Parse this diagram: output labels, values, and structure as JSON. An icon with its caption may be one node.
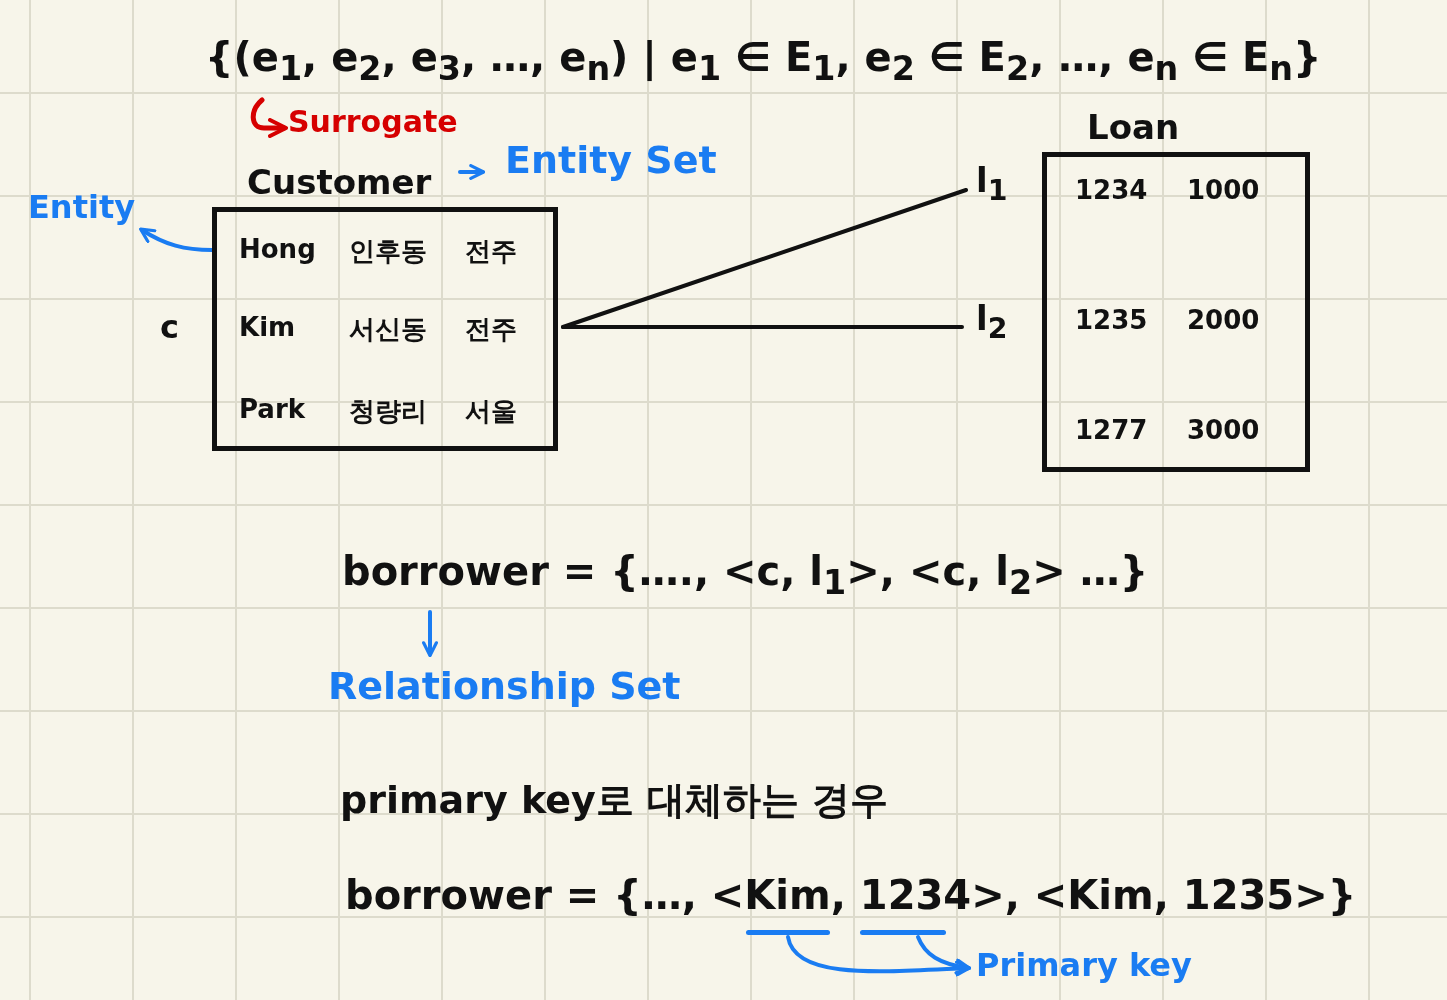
{
  "diagram": {
    "nodes": [
      {
        "text": [
          "Loan",
          "1234",
          "1000",
          "1235",
          "2000",
          "1277",
          "3000"
        ]
      },
      {
        "text": [
          "Customer",
          "Hong",
          "인후동",
          "전주",
          "Kim",
          "서신동",
          "전주",
          "Park",
          "청량리",
          "서울"
        ]
      },
      {
        "text": [
          "Entity Set"
        ]
      },
      {
        "text": [
          "l$_{1}$"
        ]
      },
      {
        "text": [
          "Entity"
        ]
      },
      {
        "text": [
          "l$_{2}$"
        ]
      },
      {
        "text": [
          "borrower = {…., <c, l$_{1}$>, <c, l$_{2}$> …}"
        ]
      },
      {
        "text": [
          "Relationship Set"
        ]
      },
      {
        "text": [
          "borrower = {…, <Kim, 1234>, <Kim, 1235>}"
        ]
      },
      {
        "text": [],
        "shape": "bar"
      },
      {
        "text": [],
        "shape": "bar"
      },
      {
        "text": [
          "Primary key"
        ]
      }
    ],
    "edges": [
      {
        "from": 1,
        "to": 2,
        "arrow": "to",
        "color": "#1a7cf2"
      },
      {
        "from": 1,
        "to": 4,
        "arrow": "to",
        "color": "#1a7cf2"
      },
      {
        "from": 1,
        "to": 3,
        "arrow": "none",
        "color": "#111111"
      },
      {
        "from": 1,
        "to": 5,
        "arrow": "none",
        "color": "#111111"
      },
      {
        "from": 6,
        "to": 7,
        "arrow": "to",
        "color": "#1a7cf2"
      },
      {
        "from": 9,
        "to": 11,
        "arrow": "to",
        "color": "#1a7cf2"
      },
      {
        "from": 10,
        "to": 11,
        "arrow": "to",
        "color": "#1a7cf2"
      }
    ],
    "labels": [
      "{(e$_{1}$, e$_{2}$, e$_{3}$, …, e$_{n}$) | e$_{1}$ ∈ E$_{1}$, e$_{2}$ ∈ E$_{2}$, …, e$_{n}$ ∈ E$_{n}$}",
      "Surrogate",
      "c",
      "primary key로 대체하는 경우"
    ]
  }
}
